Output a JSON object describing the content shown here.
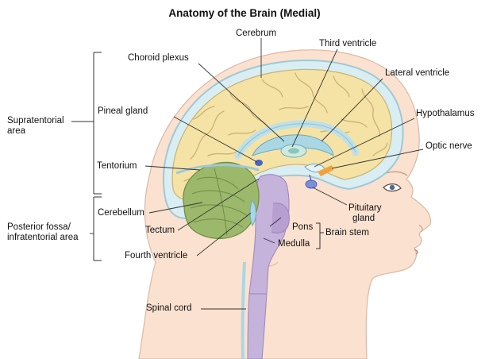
{
  "title": "Anatomy of the Brain (Medial)",
  "labels": {
    "cerebrum": "Cerebrum",
    "third_ventricle": "Third ventricle",
    "choroid_plexus": "Choroid plexus",
    "lateral_ventricle": "Lateral ventricle",
    "pineal_gland": "Pineal gland",
    "hypothalamus": "Hypothalamus",
    "supratentorial_line1": "Supratentorial",
    "supratentorial_line2": "area",
    "optic_nerve": "Optic nerve",
    "tentorium": "Tentorium",
    "cerebellum": "Cerebellum",
    "pituitary_line1": "Pituitary",
    "pituitary_line2": "gland",
    "posterior_line1": "Posterior fossa/",
    "posterior_line2": "infratentorial area",
    "tectum": "Tectum",
    "pons": "Pons",
    "brain_stem": "Brain stem",
    "medulla": "Medulla",
    "fourth_ventricle": "Fourth ventricle",
    "spinal_cord": "Spinal cord"
  },
  "colors": {
    "skin": "#fbe1cf",
    "skin_outline": "#d9b9a4",
    "skull": "#d9eef3",
    "cerebrum": "#f5e3a6",
    "sulci": "#c9b273",
    "cerebellum": "#9cb86b",
    "brainstem": "#c6b3dc",
    "ventricle": "#a9d7e3",
    "pituitary": "#f2a33a",
    "leader_line": "#333333"
  }
}
